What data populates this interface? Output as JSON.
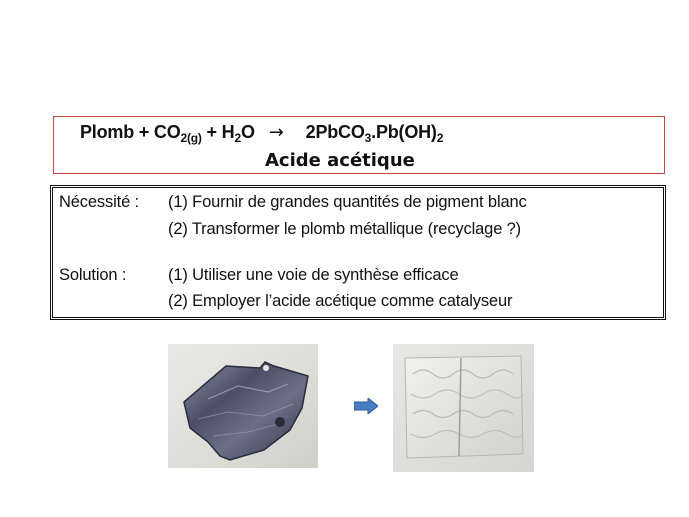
{
  "equation": {
    "lead": "Plomb + CO",
    "co2_sub": "2(g)",
    "mid": " + H",
    "h2o_sub": "2",
    "o": "O",
    "arrow": "→",
    "product_a": "2PbCO",
    "carbonate_sub": "3",
    "product_b": ".Pb(OH)",
    "hydroxide_sub": "2",
    "catalyst": "Acide acétique"
  },
  "info": {
    "necessite_label": "Nécessité :",
    "necessite_1": "(1) Fournir de grandes quantités de pigment blanc",
    "necessite_2": "(2) Transformer le plomb métallique (recyclage ?)",
    "solution_label": "Solution :",
    "solution_1": "(1) Utiliser une voie de synthèse efficace",
    "solution_2": "(2) Employer l’acide acétique comme catalyseur"
  },
  "colors": {
    "equation_border": "#d64040",
    "arrow_fill": "#4a7ec4",
    "arrow_stroke": "#2b5a9a"
  }
}
